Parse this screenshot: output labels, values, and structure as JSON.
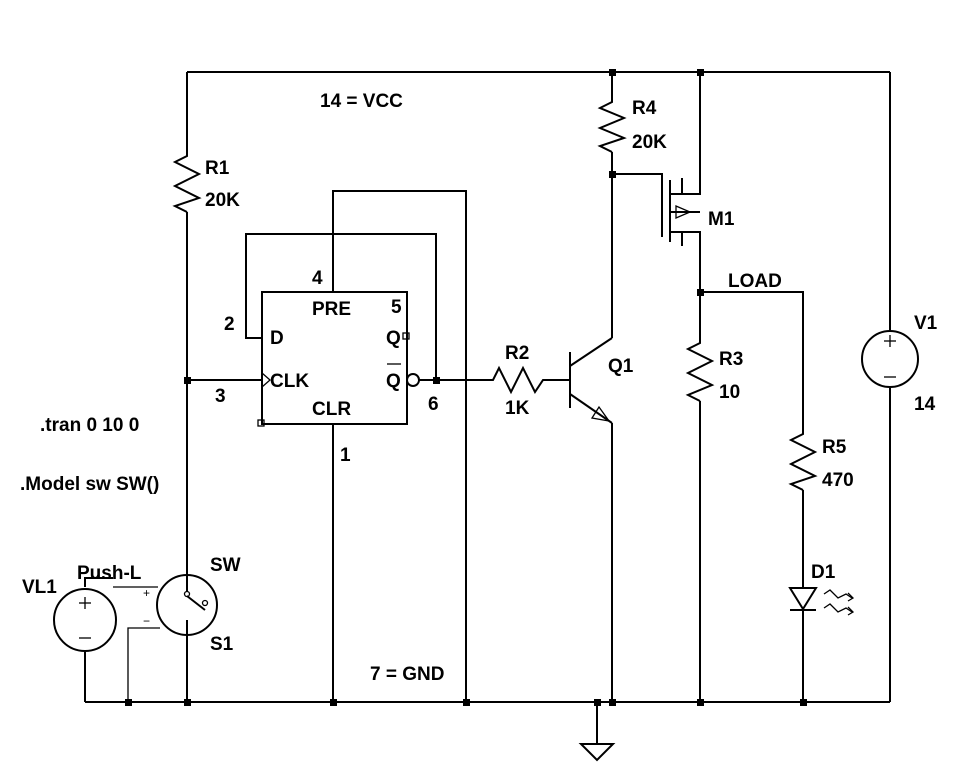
{
  "labels": {
    "vcc": "14 = VCC",
    "gnd": "7 = GND",
    "load": "LOAD",
    "tran": ".tran 0 10 0",
    "model": ".Model sw SW()"
  },
  "components": {
    "r1": {
      "name": "R1",
      "value": "20K"
    },
    "r2": {
      "name": "R2",
      "value": "1K"
    },
    "r3": {
      "name": "R3",
      "value": "10"
    },
    "r4": {
      "name": "R4",
      "value": "20K"
    },
    "r5": {
      "name": "R5",
      "value": "470"
    },
    "q1": {
      "name": "Q1"
    },
    "m1": {
      "name": "M1"
    },
    "d1": {
      "name": "D1"
    },
    "v1": {
      "name": "V1",
      "value": "14"
    },
    "vl1": {
      "name": "VL1",
      "value": "Push-L"
    },
    "s1": {
      "name": "S1",
      "model": "SW"
    }
  },
  "flipflop": {
    "pre": "PRE",
    "d": "D",
    "clk": "CLK",
    "clr": "CLR",
    "q": "Q",
    "qbar": "Q",
    "pins": {
      "d": "2",
      "clk": "3",
      "pre": "4",
      "q": "5",
      "qbar": "6",
      "clr": "1"
    }
  },
  "signs": {
    "plus": "+",
    "minus": "−"
  }
}
